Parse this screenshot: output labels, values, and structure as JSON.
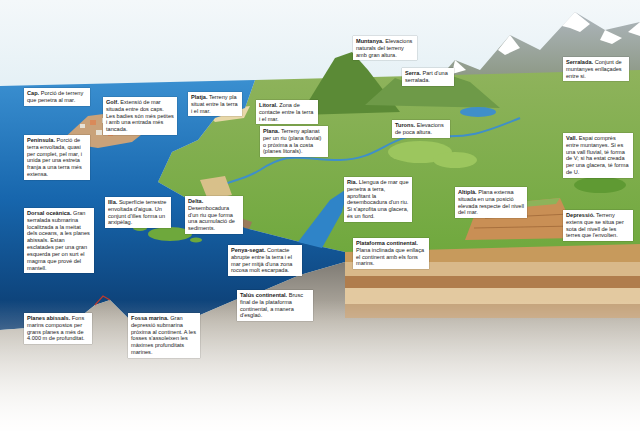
{
  "diagram": {
    "nodes": [
      {
        "text": [
          "Muntanya.",
          "Elevacions naturals del terreny amb gran altura."
        ]
      },
      {
        "text": [
          "Serralada.",
          "Conjunt de muntanyes enllaçades entre si."
        ]
      },
      {
        "text": [
          "Serra.",
          "Part d'una serralada."
        ]
      },
      {
        "text": [
          "Cap.",
          "Porció de terreny que penetra al mar."
        ]
      },
      {
        "text": [
          "Platja.",
          "Terreny pla situat entre la terra i el mar."
        ]
      },
      {
        "text": [
          "Golf.",
          "Extensió de mar situada entre dos caps. Les badies són més petites i amb una entrada més tancada."
        ]
      },
      {
        "text": [
          "Litoral.",
          "Zona de contacte entre la terra i el mar."
        ]
      },
      {
        "text": [
          "Turons.",
          "Elevacions de poca altura."
        ]
      },
      {
        "text": [
          "Plana.",
          "Terreny aplanat per un riu (plana fluvial) o pròxima a la costa (planes litorals)."
        ]
      },
      {
        "text": [
          "Península.",
          "Porció de terra envoltada, quasi per complet, pel mar, i unida per una estreta franja a una terra més extensa."
        ]
      },
      {
        "text": [
          "Vall.",
          "Espai comprès entre muntanyes. Si es una vall fluvial, té forma de V; si ha estat creada per una glacera, té forma de U."
        ]
      },
      {
        "text": [
          "Ria.",
          "Llengua de mar que penetra a terra, aprofitant la desembocadura d'un riu. Si s'aprofita una glacera, és un fiord."
        ]
      },
      {
        "text": [
          "Altiplà.",
          "Plana extensa situada en una posició elevada respecte del nivell del mar."
        ]
      },
      {
        "text": [
          "Delta.",
          "Desembocadura d'un riu que forma una acumulació de sediments."
        ]
      },
      {
        "text": [
          "Illa.",
          "Superfície terrestre envoltada d'aigua. Un conjunt d'illes forma un arxipèlag."
        ]
      },
      {
        "text": [
          "Dorsal oceànica.",
          "Gran serralada submarina localitzada a la meitat dels oceans, a les planes abissals. Estan esclatades per una gran esquerda per on surt el magma que prové del mantell."
        ]
      },
      {
        "text": [
          "Depressió.",
          "Terreny extens que se situa per sota del nivell de les terres que l'envolten."
        ]
      },
      {
        "text": [
          "Plataforma continental.",
          "Plana inclinada que enllaça el continent amb els fons marins."
        ]
      },
      {
        "text": [
          "Penya-segat.",
          "Contacte abrupte entre la terra i el mar per mitjà d'una zona rocosa molt escarpada."
        ]
      },
      {
        "text": [
          "Talús continental.",
          "Brusc final de la plataforma continental, a manera d'esglaó."
        ]
      },
      {
        "text": [
          "Planes abissals.",
          "Fons marins compostos per grans planes a més de 4.000 m de profunditat."
        ]
      },
      {
        "text": [
          "Fossa marina.",
          "Gran depressió submarina pròxima al continent. A les fosses s'assoleixen les màximes profunditats marines."
        ]
      }
    ]
  }
}
